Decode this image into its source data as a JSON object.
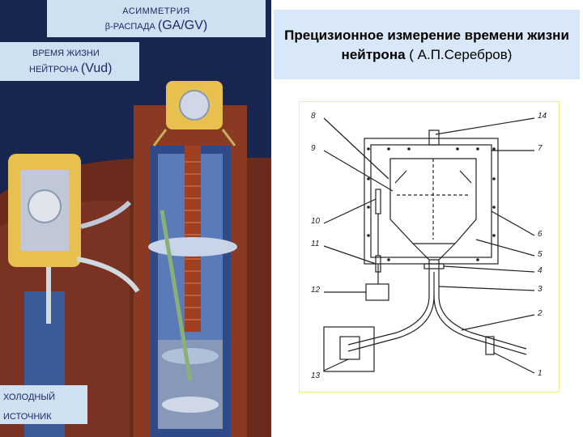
{
  "poster": {
    "asymmetry_line1": "АСИММЕТРИЯ",
    "asymmetry_line2_prefix": "β-РАСПАДА",
    "asymmetry_formula": "(GA/GV)",
    "lifetime_line1": "ВРЕМЯ ЖИЗНИ",
    "lifetime_line2_prefix": "НЕЙТРОНА",
    "lifetime_formula": "(Vud)",
    "cold_source_line1": "ХОЛОДНЫЙ",
    "cold_source_line2": "ИСТОЧНИК"
  },
  "title": {
    "bold": "Прецизионное измерение времени жизни нейтрона",
    "normal": " ( А.П.Серебров)"
  },
  "diagram": {
    "labels_left": [
      "8",
      "9",
      "10",
      "11",
      "12",
      "13"
    ],
    "labels_right": [
      "14",
      "7",
      "6",
      "5",
      "4",
      "3",
      "2",
      "1"
    ]
  },
  "colors": {
    "poster_bg": "#17254f",
    "brick": "#7a2f1f",
    "label_bg": "#cfe0f0",
    "title_bg": "#d8e8f8"
  }
}
